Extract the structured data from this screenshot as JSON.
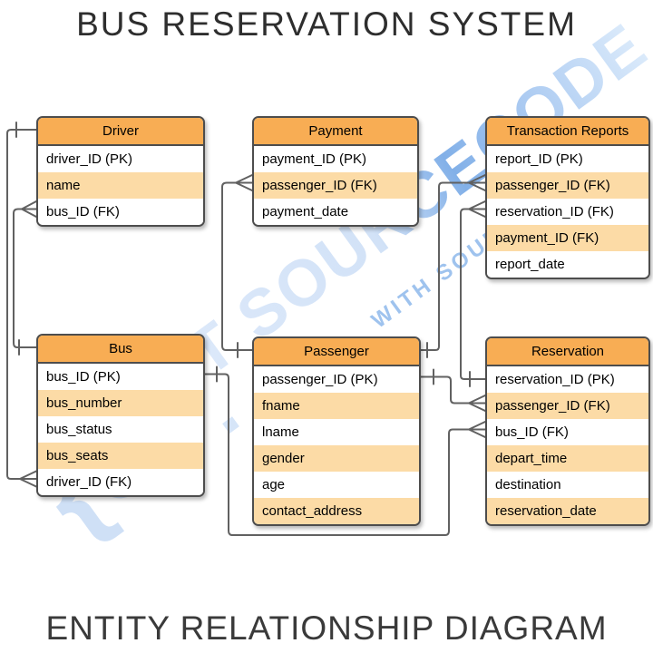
{
  "title": "BUS RESERVATION SYSTEM",
  "subtitle": "ENTITY RELATIONSHIP DIAGRAM",
  "watermark": {
    "logo": "{S",
    "dots": "∙ ▪ ∙",
    "brand": "IT SOURCECODE",
    "tagline": "WITH SOURCE CODE"
  },
  "colors": {
    "header_fill": "#f8ad54",
    "row_highlight": "#fcdba6",
    "box_border": "#4d4d4d",
    "relationship_line": "#616161",
    "watermark_blue": "#c8dbf4"
  },
  "entities": [
    {
      "title": "Driver",
      "rows": [
        {
          "label": "driver_ID (PK)",
          "highlight": false
        },
        {
          "label": "name",
          "highlight": true
        },
        {
          "label": "bus_ID (FK)",
          "highlight": false
        }
      ]
    },
    {
      "title": "Payment",
      "rows": [
        {
          "label": "payment_ID (PK)",
          "highlight": false
        },
        {
          "label": "passenger_ID (FK)",
          "highlight": true
        },
        {
          "label": "payment_date",
          "highlight": false
        }
      ]
    },
    {
      "title": "Transaction Reports",
      "rows": [
        {
          "label": "report_ID (PK)",
          "highlight": false
        },
        {
          "label": "passenger_ID (FK)",
          "highlight": true
        },
        {
          "label": "reservation_ID (FK)",
          "highlight": false
        },
        {
          "label": "payment_ID (FK)",
          "highlight": true
        },
        {
          "label": "report_date",
          "highlight": false
        }
      ]
    },
    {
      "title": "Bus",
      "rows": [
        {
          "label": "bus_ID (PK)",
          "highlight": false
        },
        {
          "label": "bus_number",
          "highlight": true
        },
        {
          "label": "bus_status",
          "highlight": false
        },
        {
          "label": "bus_seats",
          "highlight": true
        },
        {
          "label": "driver_ID (FK)",
          "highlight": false
        }
      ]
    },
    {
      "title": "Passenger",
      "rows": [
        {
          "label": "passenger_ID (PK)",
          "highlight": false
        },
        {
          "label": "fname",
          "highlight": true
        },
        {
          "label": "lname",
          "highlight": false
        },
        {
          "label": "gender",
          "highlight": true
        },
        {
          "label": "age",
          "highlight": false
        },
        {
          "label": "contact_address",
          "highlight": true
        }
      ]
    },
    {
      "title": "Reservation",
      "rows": [
        {
          "label": "reservation_ID (PK)",
          "highlight": false
        },
        {
          "label": "passenger_ID (FK)",
          "highlight": true
        },
        {
          "label": "bus_ID (FK)",
          "highlight": false
        },
        {
          "label": "depart_time",
          "highlight": true
        },
        {
          "label": "destination",
          "highlight": false
        },
        {
          "label": "reservation_date",
          "highlight": true
        }
      ]
    }
  ],
  "relationships": [
    {
      "one_side": "Driver",
      "many_side": "Bus.driver_ID (FK)"
    },
    {
      "one_side": "Bus",
      "many_side": "Driver.bus_ID (FK)"
    },
    {
      "one_side": "Passenger",
      "many_side": "Payment.passenger_ID (FK)"
    },
    {
      "one_side": "Passenger",
      "many_side": "Transaction Reports.passenger_ID (FK)"
    },
    {
      "one_side": "Reservation.reservation_ID",
      "many_side": "Transaction Reports.reservation_ID (FK)"
    },
    {
      "one_side": "Passenger.passenger_ID",
      "many_side": "Reservation.passenger_ID (FK)"
    },
    {
      "one_side": "Bus.bus_ID",
      "many_side": "Reservation.bus_ID (FK)"
    }
  ]
}
